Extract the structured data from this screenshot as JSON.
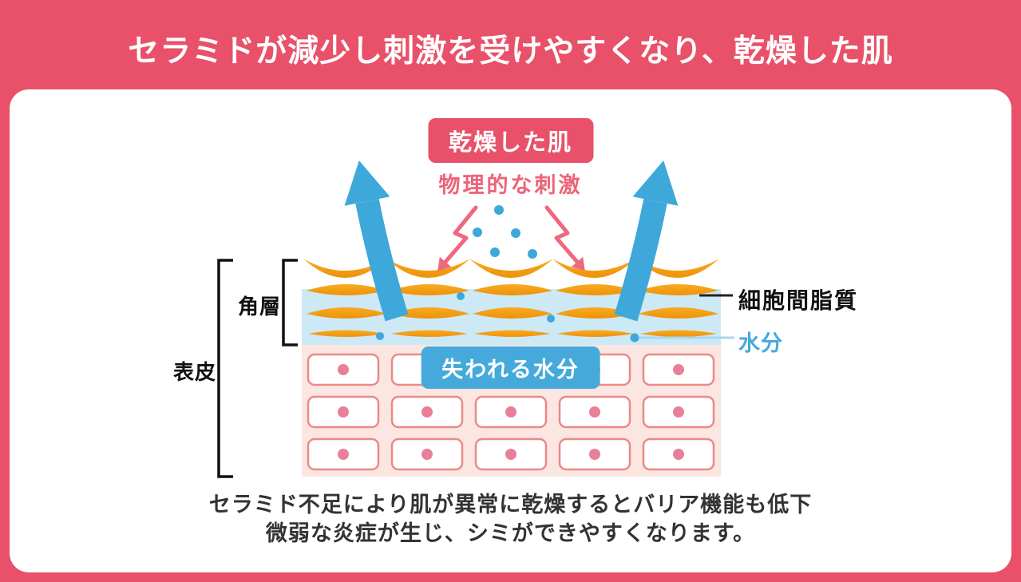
{
  "header": {
    "title": "セラミドが減少し刺激を受けやすくなり、乾燥した肌"
  },
  "diagram": {
    "dry_skin_badge": "乾燥した肌",
    "physical_stimulus": "物理的な刺激",
    "lost_moisture_badge": "失われる水分",
    "labels": {
      "stratum_corneum": "角層",
      "epidermis": "表皮",
      "intercellular_lipids": "細胞間脂質",
      "moisture": "水分"
    }
  },
  "caption": {
    "line1": "セラミド不足により肌が異常に乾燥するとバリア機能も低下",
    "line2": "微弱な炎症が生じ、シミができやすくなります。"
  },
  "colors": {
    "frame_pink": "#e85169",
    "dry_skin_badge_red": "#e85169",
    "stimulus_red": "#ec6479",
    "arrow_blue": "#3fa8da",
    "water_band_blue": "#cde9f5",
    "lipid_orange": "#f39c13",
    "cell_area_pink": "#fbe6e2",
    "cell_border_pink": "#ea8a86",
    "nucleus_pink": "#e8809a",
    "moisture_blue": "#45aadb",
    "caption_text": "#333333"
  }
}
